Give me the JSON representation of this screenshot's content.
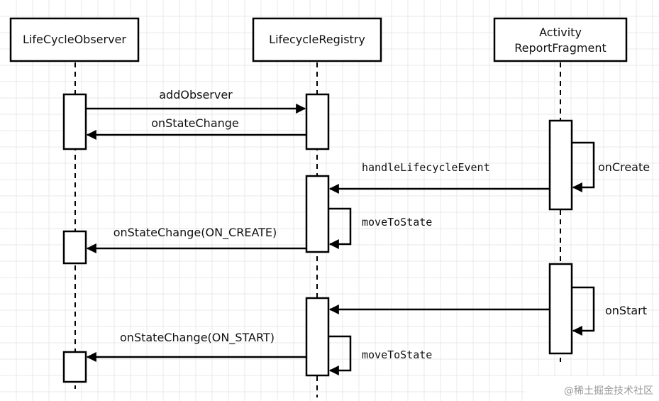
{
  "participants": {
    "observer": {
      "label": "LifeCycleObserver"
    },
    "registry": {
      "label": "LifecycleRegistry"
    },
    "fragment": {
      "line1": "Activity",
      "line2": "ReportFragment"
    }
  },
  "messages": {
    "add_observer": "addObserver",
    "on_state_change": "onStateChange",
    "handle_lifecycle_event": "handleLifecycleEvent",
    "on_create": "onCreate",
    "move_to_state_1": "moveToState",
    "on_state_change_create": "onStateChange(ON_CREATE)",
    "on_start": "onStart",
    "on_state_change_start": "onStateChange(ON_START)",
    "move_to_state_2": "moveToState"
  },
  "watermark": {
    "text": "@稀土掘金技术社区"
  }
}
